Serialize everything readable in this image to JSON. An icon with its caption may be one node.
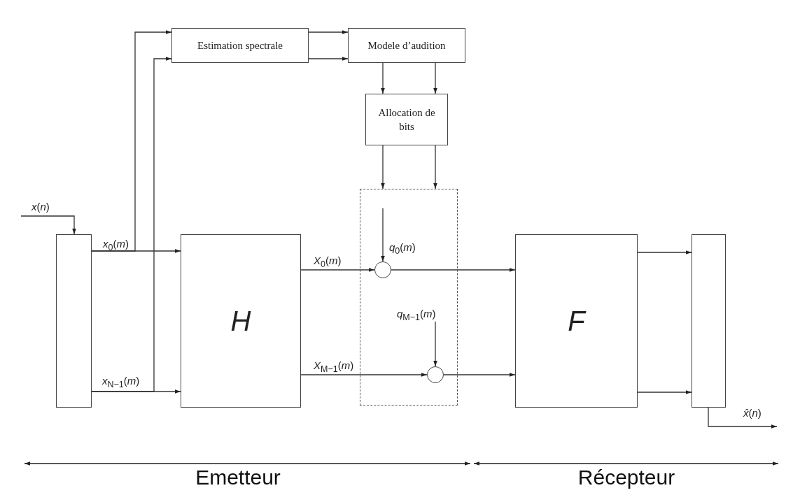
{
  "diagram": {
    "nodes": [
      {
        "text": [],
        "shape": "box"
      },
      {
        "text": [
          "Estimation spectrale"
        ]
      },
      {
        "text": [
          "Modele d’audition"
        ]
      },
      {
        "text": [
          "Allocation de bits"
        ]
      },
      {
        "text": [],
        "shape": "box"
      },
      {
        "text": [],
        "shape": "circle",
        "in": 4
      },
      {
        "text": [],
        "shape": "circle",
        "in": 4
      },
      {
        "text": [
          "H"
        ]
      },
      {
        "text": [
          "F"
        ]
      },
      {
        "text": [],
        "shape": "box"
      }
    ],
    "edges": [
      {
        "from": null,
        "to": 0,
        "arrow": "to",
        "label": "*x*(*n*)"
      },
      {
        "from": 0,
        "to": 7,
        "arrow": "to",
        "label": "*x*$_{0}$(*m*)"
      },
      {
        "from": 0,
        "to": 7,
        "arrow": "to",
        "label": "*x*$_{N−1}$(*m*)"
      },
      {
        "from": 0,
        "to": 1,
        "arrow": "to"
      },
      {
        "from": 0,
        "to": 1,
        "arrow": "to"
      },
      {
        "from": 1,
        "to": 2,
        "arrow": "to"
      },
      {
        "from": 1,
        "to": 2,
        "arrow": "to"
      },
      {
        "from": 2,
        "to": 3,
        "arrow": "to"
      },
      {
        "from": 2,
        "to": 3,
        "arrow": "to"
      },
      {
        "from": 3,
        "to": 4,
        "arrow": "to"
      },
      {
        "from": 3,
        "to": 4,
        "arrow": "to"
      },
      {
        "from": null,
        "to": 5,
        "arrow": "to",
        "label": "*q*$_{0}$(*m*)"
      },
      {
        "from": null,
        "to": 6,
        "arrow": "to",
        "label": "*q*$_{M−1}$(*m*)"
      },
      {
        "from": 7,
        "to": 5,
        "arrow": "to",
        "label": "*X*$_{0}$(*m*)"
      },
      {
        "from": 7,
        "to": 6,
        "arrow": "to",
        "label": "*X*$_{M−1}$(*m*)"
      },
      {
        "from": 5,
        "to": 8,
        "arrow": "to"
      },
      {
        "from": 6,
        "to": 8,
        "arrow": "to"
      },
      {
        "from": 8,
        "to": 9,
        "arrow": "to"
      },
      {
        "from": 8,
        "to": 9,
        "arrow": "to"
      },
      {
        "from": 9,
        "to": null,
        "arrow": "to",
        "label": "*x̂*(*n*)"
      }
    ],
    "labels": [
      "Emetteur",
      "Récepteur"
    ]
  }
}
